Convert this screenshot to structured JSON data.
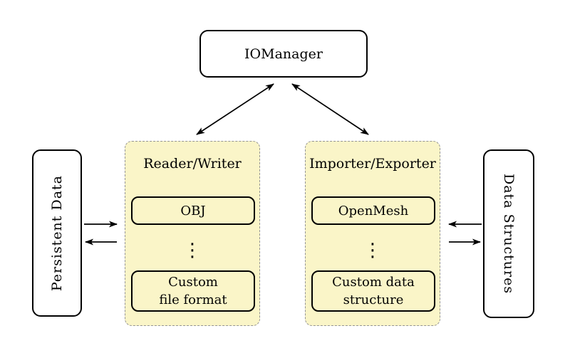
{
  "nodes": {
    "iomanager": {
      "label": "IOManager"
    },
    "persistent_data": {
      "label": "Persistent Data"
    },
    "data_structures": {
      "label": "Data Structures"
    }
  },
  "groups": {
    "reader_writer": {
      "title": "Reader/Writer",
      "items": [
        {
          "label": "OBJ"
        },
        {
          "ellipsis": "⋮"
        },
        {
          "line1": "Custom",
          "line2": "file format"
        }
      ]
    },
    "importer_exporter": {
      "title": "Importer/Exporter",
      "items": [
        {
          "label": "OpenMesh"
        },
        {
          "ellipsis": "⋮"
        },
        {
          "line1": "Custom data",
          "line2": "structure"
        }
      ]
    }
  },
  "connections": [
    {
      "from": "IOManager",
      "to": "Reader/Writer",
      "bidirectional": true
    },
    {
      "from": "IOManager",
      "to": "Importer/Exporter",
      "bidirectional": true
    },
    {
      "from": "Persistent Data",
      "to": "Reader/Writer",
      "bidirectional": false
    },
    {
      "from": "Reader/Writer",
      "to": "Persistent Data",
      "bidirectional": false
    },
    {
      "from": "Data Structures",
      "to": "Importer/Exporter",
      "bidirectional": false
    },
    {
      "from": "Importer/Exporter",
      "to": "Data Structures",
      "bidirectional": false
    }
  ],
  "colors": {
    "background": "#FFFFFF",
    "group_fill": "#FAF5C8",
    "group_border": "#949494",
    "box_border": "#000000",
    "arrow": "#000000",
    "text": "#000000"
  }
}
